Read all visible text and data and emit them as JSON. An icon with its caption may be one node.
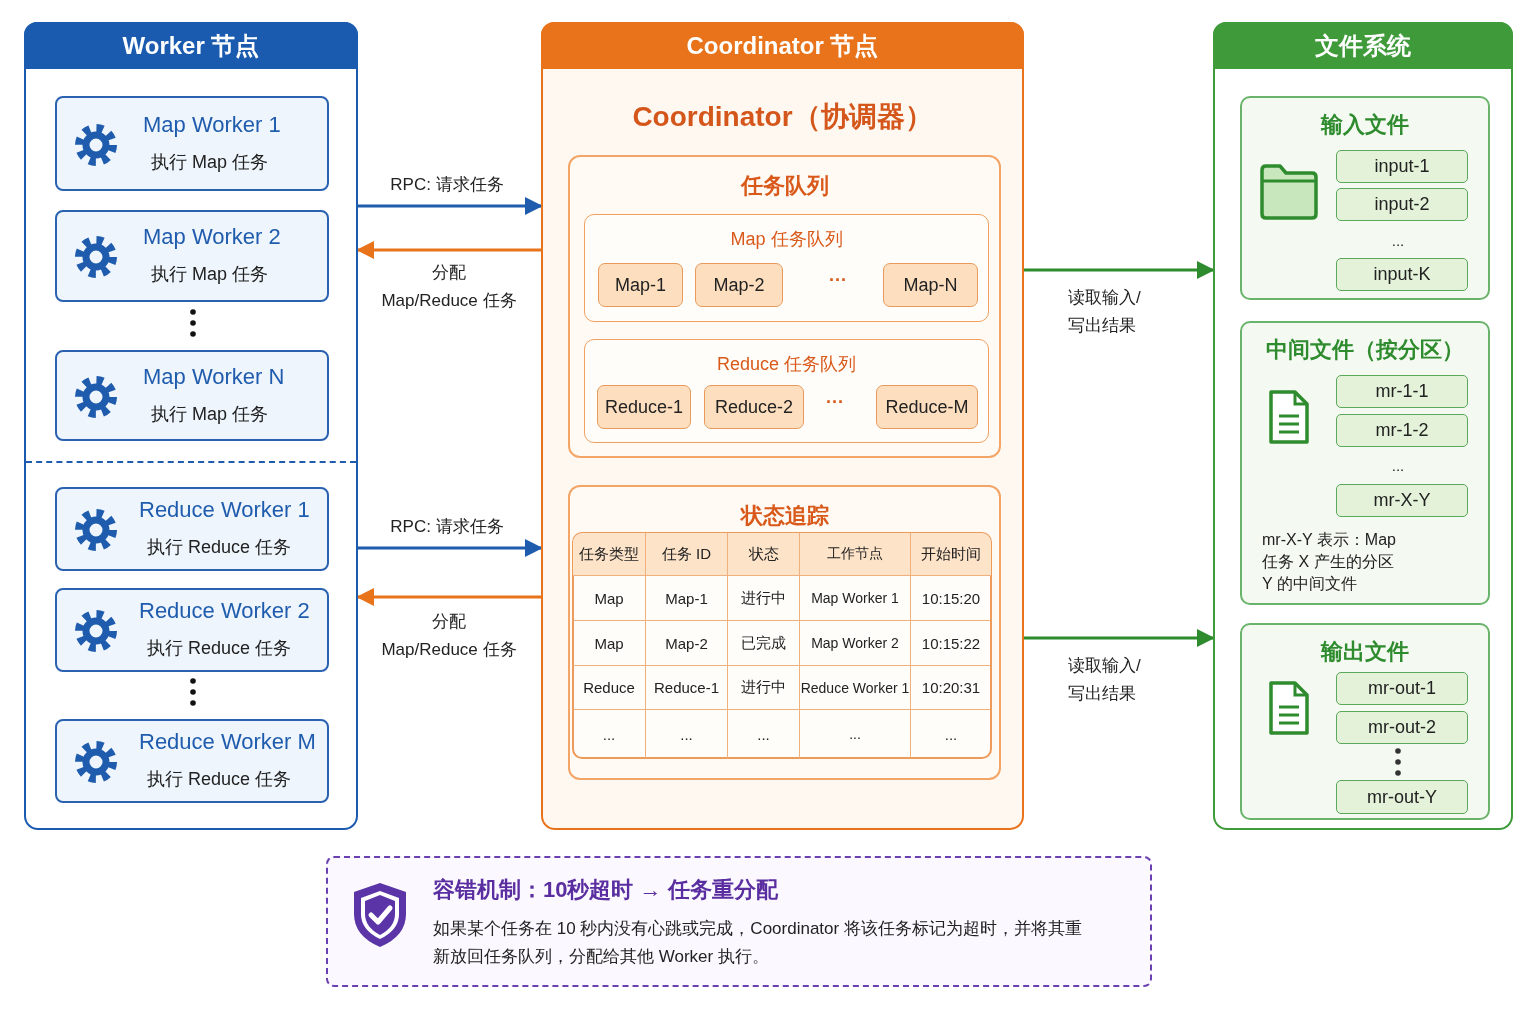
{
  "diagram": {
    "nodes": [
      {
        "text": [
          "Worker 节点"
        ]
      },
      {
        "text": [
          "Map Worker 1",
          "执行 Map 任务"
        ],
        "in": 0
      },
      {
        "text": [
          "Map Worker 2",
          "执行 Map 任务"
        ],
        "in": 0
      },
      {
        "text": [
          "Map Worker N",
          "执行 Map 任务"
        ],
        "in": 0
      },
      {
        "text": [
          "Reduce Worker 1",
          "执行 Reduce 任务"
        ],
        "in": 0
      },
      {
        "text": [
          "Reduce Worker 2",
          "执行 Reduce 任务"
        ],
        "in": 0
      },
      {
        "text": [
          "Reduce Worker M",
          "执行 Reduce 任务"
        ],
        "in": 0
      },
      {
        "text": [
          "Coordinator 节点",
          "Coordinator（协调器）"
        ]
      },
      {
        "text": [
          "任务队列"
        ],
        "in": 7
      },
      {
        "text": [
          "Map 任务队列"
        ],
        "in": 8
      },
      {
        "text": [
          "Map-1"
        ],
        "in": 9
      },
      {
        "text": [
          "Map-2"
        ],
        "in": 9
      },
      {
        "text": [
          "Map-N"
        ],
        "in": 9
      },
      {
        "text": [
          "Reduce 任务队列"
        ],
        "in": 8
      },
      {
        "text": [
          "Reduce-1"
        ],
        "in": 13
      },
      {
        "text": [
          "Reduce-2"
        ],
        "in": 13
      },
      {
        "text": [
          "Reduce-M"
        ],
        "in": 13
      },
      {
        "text": [
          "状态追踪"
        ],
        "in": 7
      },
      {
        "text": [
          "文件系统"
        ]
      },
      {
        "text": [
          "输入文件"
        ],
        "in": 18
      },
      {
        "text": [
          "input-1"
        ],
        "in": 19
      },
      {
        "text": [
          "input-2"
        ],
        "in": 19
      },
      {
        "text": [
          "input-K"
        ],
        "in": 19
      },
      {
        "text": [
          "中间文件（按分区）",
          "mr-X-Y 表示：Map 任务 X 产生的分区 Y 的中间文件"
        ],
        "in": 18
      },
      {
        "text": [
          "mr-1-1"
        ],
        "in": 23
      },
      {
        "text": [
          "mr-1-2"
        ],
        "in": 23
      },
      {
        "text": [
          "mr-X-Y"
        ],
        "in": 23
      },
      {
        "text": [
          "输出文件"
        ],
        "in": 18
      },
      {
        "text": [
          "mr-out-1"
        ],
        "in": 27
      },
      {
        "text": [
          "mr-out-2"
        ],
        "in": 27
      },
      {
        "text": [
          "mr-out-Y"
        ],
        "in": 27
      },
      {
        "text": [
          "容错机制：10秒超时 → 任务重分配",
          "如果某个任务在 10 秒内没有心跳或完成，Coordinator 将该任务标记为超时，并将其重新放回任务队列，分配给其他 Worker 执行。"
        ]
      }
    ],
    "edges": [
      {
        "from": 0,
        "to": 7,
        "arrow": "to",
        "label": "RPC: 请求任务",
        "color": "#1f5cad"
      },
      {
        "from": 7,
        "to": 0,
        "arrow": "to",
        "label": "分配 Map/Reduce 任务",
        "color": "#e8731a"
      },
      {
        "from": 0,
        "to": 7,
        "arrow": "to",
        "label": "RPC: 请求任务",
        "color": "#1f5cad"
      },
      {
        "from": 7,
        "to": 0,
        "arrow": "to",
        "label": "分配 Map/Reduce 任务",
        "color": "#e8731a"
      },
      {
        "from": 7,
        "to": 18,
        "arrow": "to",
        "label": "读取输入/写出结果",
        "color": "#2e8b2e"
      },
      {
        "from": 7,
        "to": 18,
        "arrow": "to",
        "label": "读取输入/写出结果",
        "color": "#2e8b2e"
      }
    ],
    "labels": [
      "···",
      "···",
      "任务类型",
      "任务 ID",
      "状态",
      "工作节点",
      "开始时间",
      "Map",
      "Map-1",
      "进行中",
      "Map Worker 1",
      "10:15:20",
      "Map",
      "Map-2",
      "已完成",
      "Map Worker 2",
      "10:15:22",
      "Reduce",
      "Reduce-1",
      "进行中",
      "Reduce Worker 1",
      "10:20:31",
      "...",
      "...",
      "...",
      "...",
      "...",
      "...",
      "..."
    ]
  }
}
